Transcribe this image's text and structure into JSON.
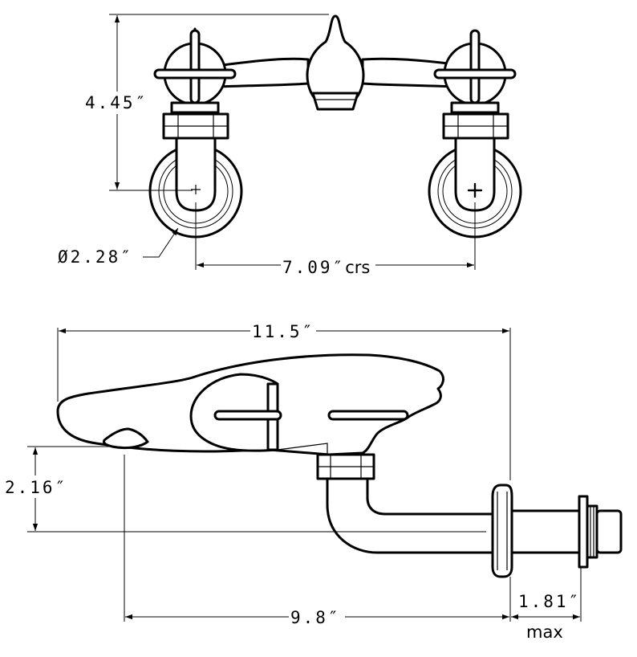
{
  "dimensions": {
    "height": "4.45″",
    "pipe_diameter": "Ø2.28″",
    "centers": "7.09″",
    "centers_suffix": "crs",
    "overall_length": "11.5″",
    "spout_height": "2.16″",
    "reach": "9.8″",
    "wall_flange": "1.81″",
    "wall_flange_note": "max"
  }
}
